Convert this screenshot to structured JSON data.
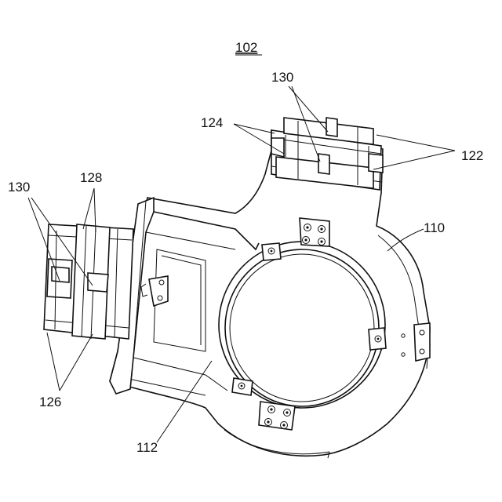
{
  "figure_label": "102",
  "reference_numerals": {
    "n130_top": "130",
    "n124": "124",
    "n122": "122",
    "n110": "110",
    "n130_left": "130",
    "n128": "128",
    "n126": "126",
    "n112": "112"
  }
}
